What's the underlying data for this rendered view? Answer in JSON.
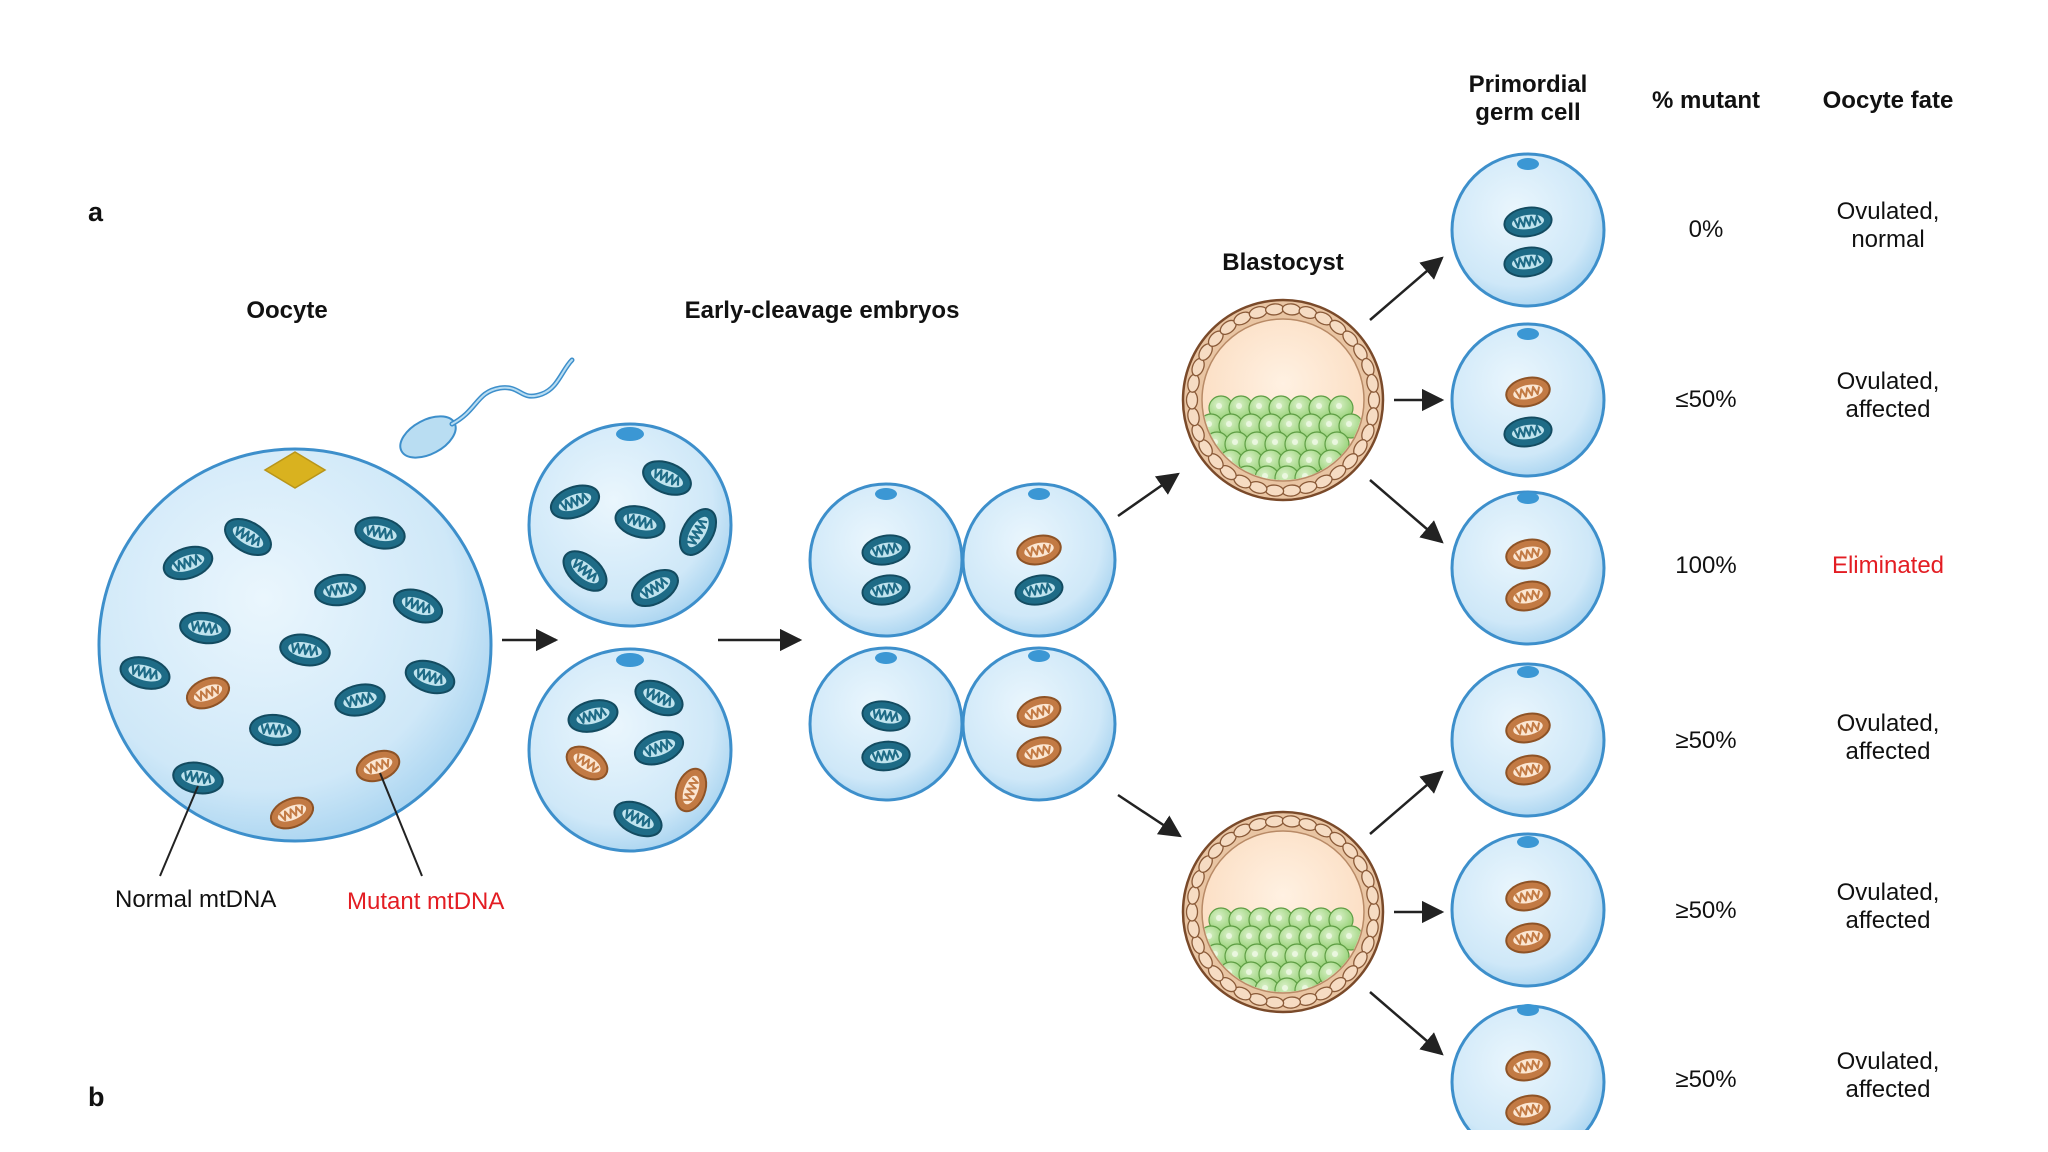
{
  "panels": {
    "a": "a",
    "b": "b"
  },
  "titles": {
    "oocyte": "Oocyte",
    "early_cleavage": "Early-cleavage embryos",
    "blastocyst": "Blastocyst",
    "primordial_line1": "Primordial",
    "primordial_line2": "germ cell",
    "percent_mutant": "% mutant",
    "oocyte_fate": "Oocyte fate"
  },
  "legend": {
    "normal": "Normal mtDNA",
    "mutant": "Mutant mtDNA"
  },
  "rows": [
    {
      "percent": "0%",
      "fate_line1": "Ovulated,",
      "fate_line2": "normal"
    },
    {
      "percent": "≤50%",
      "fate_line1": "Ovulated,",
      "fate_line2": "affected"
    },
    {
      "percent": "100%",
      "fate_line1": "Eliminated",
      "fate_line2": ""
    },
    {
      "percent": "≥50%",
      "fate_line1": "Ovulated,",
      "fate_line2": "affected"
    },
    {
      "percent": "≥50%",
      "fate_line1": "Ovulated,",
      "fate_line2": "affected"
    },
    {
      "percent": "≥50%",
      "fate_line1": "Ovulated,",
      "fate_line2": "affected"
    }
  ],
  "colors": {
    "cell_fill": "#cfe8f8",
    "cell_stroke": "#3d8fcb",
    "normal_mito": "#1e6b86",
    "mutant_mito": "#c27a44",
    "eliminated_text": "#e31d23",
    "icm_green": "#a9d98a",
    "trophoblast": "#c59a74"
  },
  "icons": [
    "sperm-icon",
    "polar-body-icon",
    "normal-mitochondrion-icon",
    "mutant-mitochondrion-icon",
    "arrow-icon"
  ]
}
